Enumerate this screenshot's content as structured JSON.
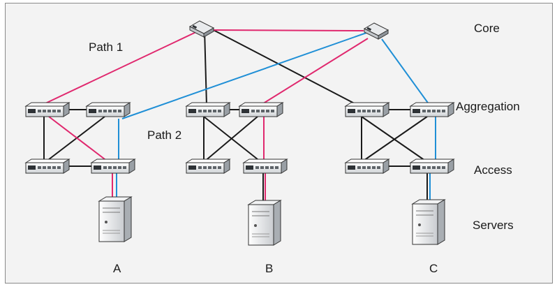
{
  "layers": [
    "Core",
    "Aggregation",
    "Access",
    "Servers"
  ],
  "paths": [
    {
      "label": "Path 1",
      "color": "#e0286e"
    },
    {
      "label": "Path 2",
      "color": "#1f8fd6"
    }
  ],
  "servers": [
    "A",
    "B",
    "C"
  ],
  "link_color": "#1a1a1a"
}
